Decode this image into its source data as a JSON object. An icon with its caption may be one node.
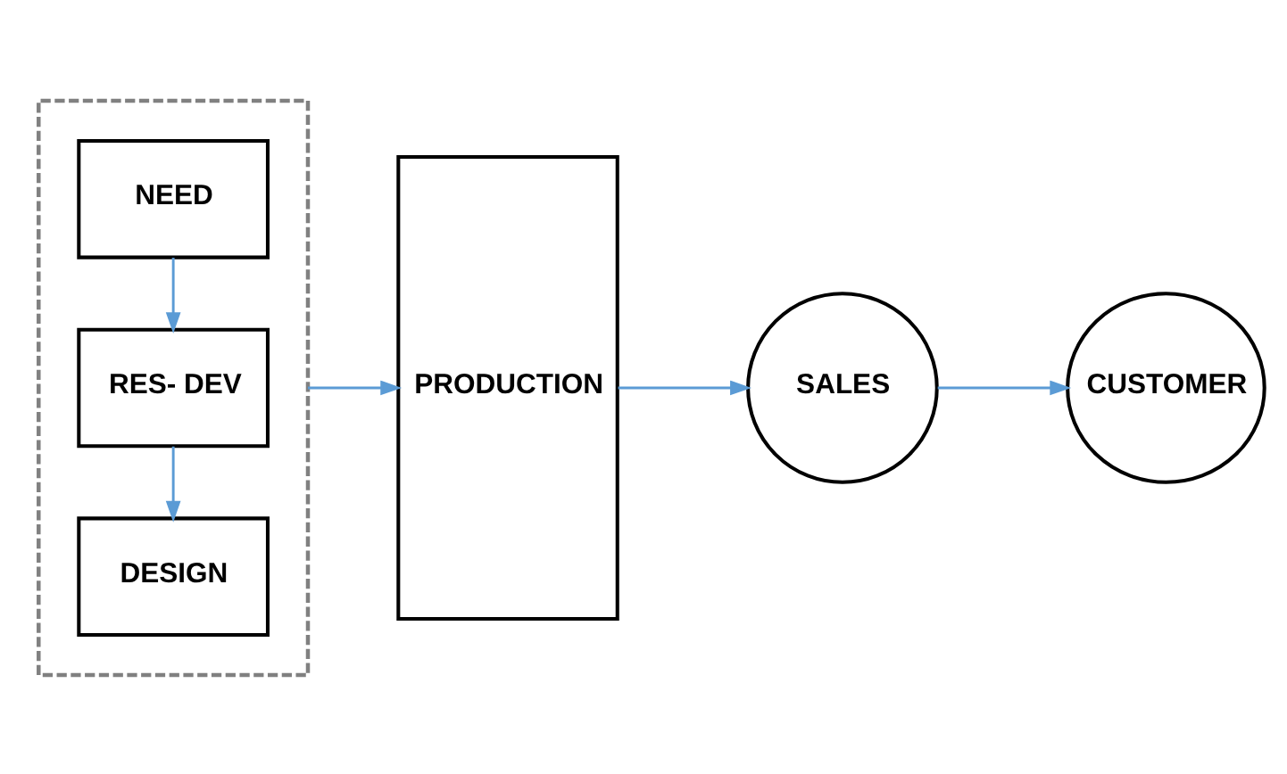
{
  "diagram": {
    "nodes": [
      {
        "text": [],
        "shape": "box"
      },
      {
        "text": [
          "NEED"
        ],
        "in": 0
      },
      {
        "text": [
          "RES- DEV"
        ],
        "in": 0
      },
      {
        "text": [
          "DESIGN"
        ],
        "in": 0
      },
      {
        "text": [
          "PRODUCTION"
        ]
      },
      {
        "text": [
          "SALES"
        ]
      },
      {
        "text": [
          "CUSTOMER"
        ]
      }
    ],
    "edges": [
      {
        "from": 1,
        "to": 2,
        "arrow": "to"
      },
      {
        "from": 2,
        "to": 3,
        "arrow": "to"
      },
      {
        "from": 0,
        "to": 4,
        "arrow": "to"
      },
      {
        "from": 4,
        "to": 5,
        "arrow": "to"
      },
      {
        "from": 5,
        "to": 6,
        "arrow": "to"
      }
    ]
  }
}
